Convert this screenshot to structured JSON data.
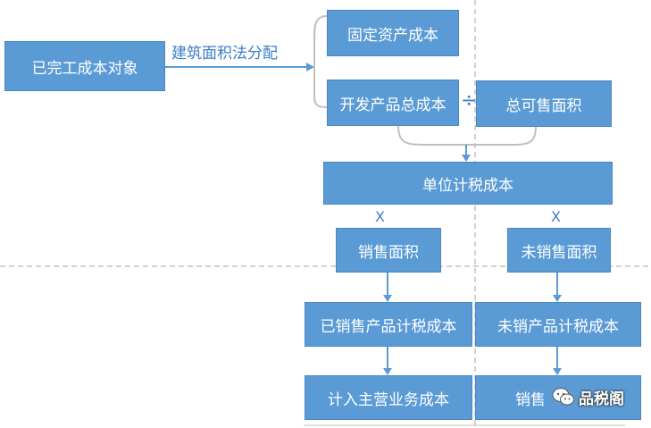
{
  "source_node": "已完工成本对象",
  "edge_label": "建筑面积法分配",
  "operator_divide": "÷",
  "nodes": {
    "fixed_asset_cost": "固定资产成本",
    "dev_product_total_cost": "开发产品总成本",
    "total_saleable_area": "总可售面积",
    "unit_tax_cost": "单位计税成本",
    "sold_area": "销售面积",
    "unsold_area": "未销售面积",
    "sold_product_tax_cost": "已销售产品计税成本",
    "unsold_product_tax_cost": "未销产品计税成本",
    "main_business_cost": "计入主营业务成本",
    "partial_label": "销售"
  },
  "multiply_left": "X",
  "multiply_right": "X",
  "watermark": "品税阁",
  "colors": {
    "box": "#5b9bd5",
    "line": "#a6a6a6",
    "arrow": "#5b9bd5",
    "text": "#3a7dc9"
  }
}
